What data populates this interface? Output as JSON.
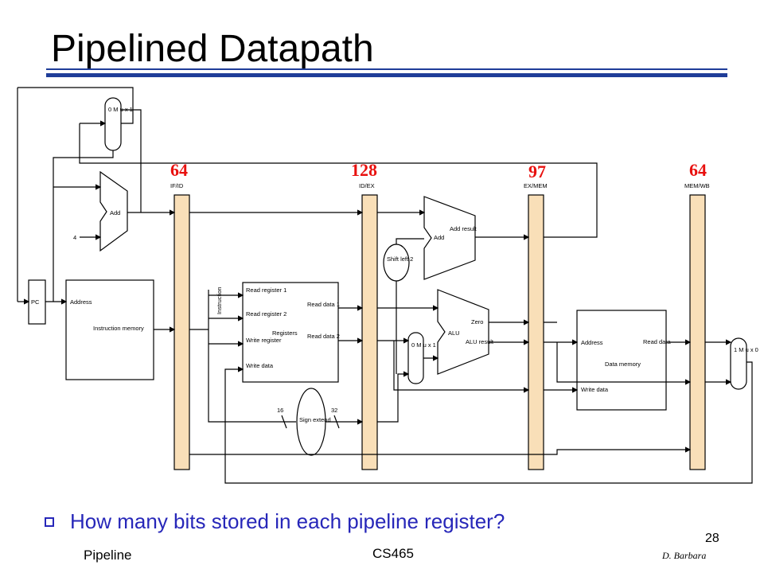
{
  "slide": {
    "title": "Pipelined Datapath",
    "question": "How many bits stored in each pipeline register?",
    "footer_left": "Pipeline",
    "footer_center": "CS465",
    "page_number": "28",
    "author": "D. Barbara"
  },
  "pipeline_registers": [
    {
      "name": "IF/ID",
      "bits": "64"
    },
    {
      "name": "ID/EX",
      "bits": "128"
    },
    {
      "name": "EX/MEM",
      "bits": "97"
    },
    {
      "name": "MEM/WB",
      "bits": "64"
    }
  ],
  "components": {
    "pc": "PC",
    "add_top": "Add",
    "constant_4": "4",
    "imem_address": "Address",
    "imem_title": "Instruction memory",
    "instruction": "Instruction",
    "read_reg1": "Read register 1",
    "read_reg2": "Read register 2",
    "write_reg": "Write register",
    "write_data": "Write data",
    "registers": "Registers",
    "read_data1": "Read data 1",
    "read_data2": "Read data 2",
    "shift_left2": "Shift left 2",
    "add_branch": "Add",
    "add_result": "Add result",
    "alu": "ALU",
    "zero": "Zero",
    "alu_result": "ALU result",
    "sign_extend": "Sign extend",
    "width_16": "16",
    "width_32": "32",
    "dmem_address": "Address",
    "dmem_read_data": "Read data",
    "dmem_title": "Data memory",
    "dmem_write_data": "Write data",
    "mux_top": "0 M u x 1",
    "mux_alu": "0 M u x 1",
    "mux_wb": "1 M u x 0"
  },
  "colors": {
    "accent_rule": "#1f3d99",
    "bit_counts": "#e8110f",
    "question_text": "#2727b9",
    "pipeline_register_fill": "#f9dfb8"
  }
}
